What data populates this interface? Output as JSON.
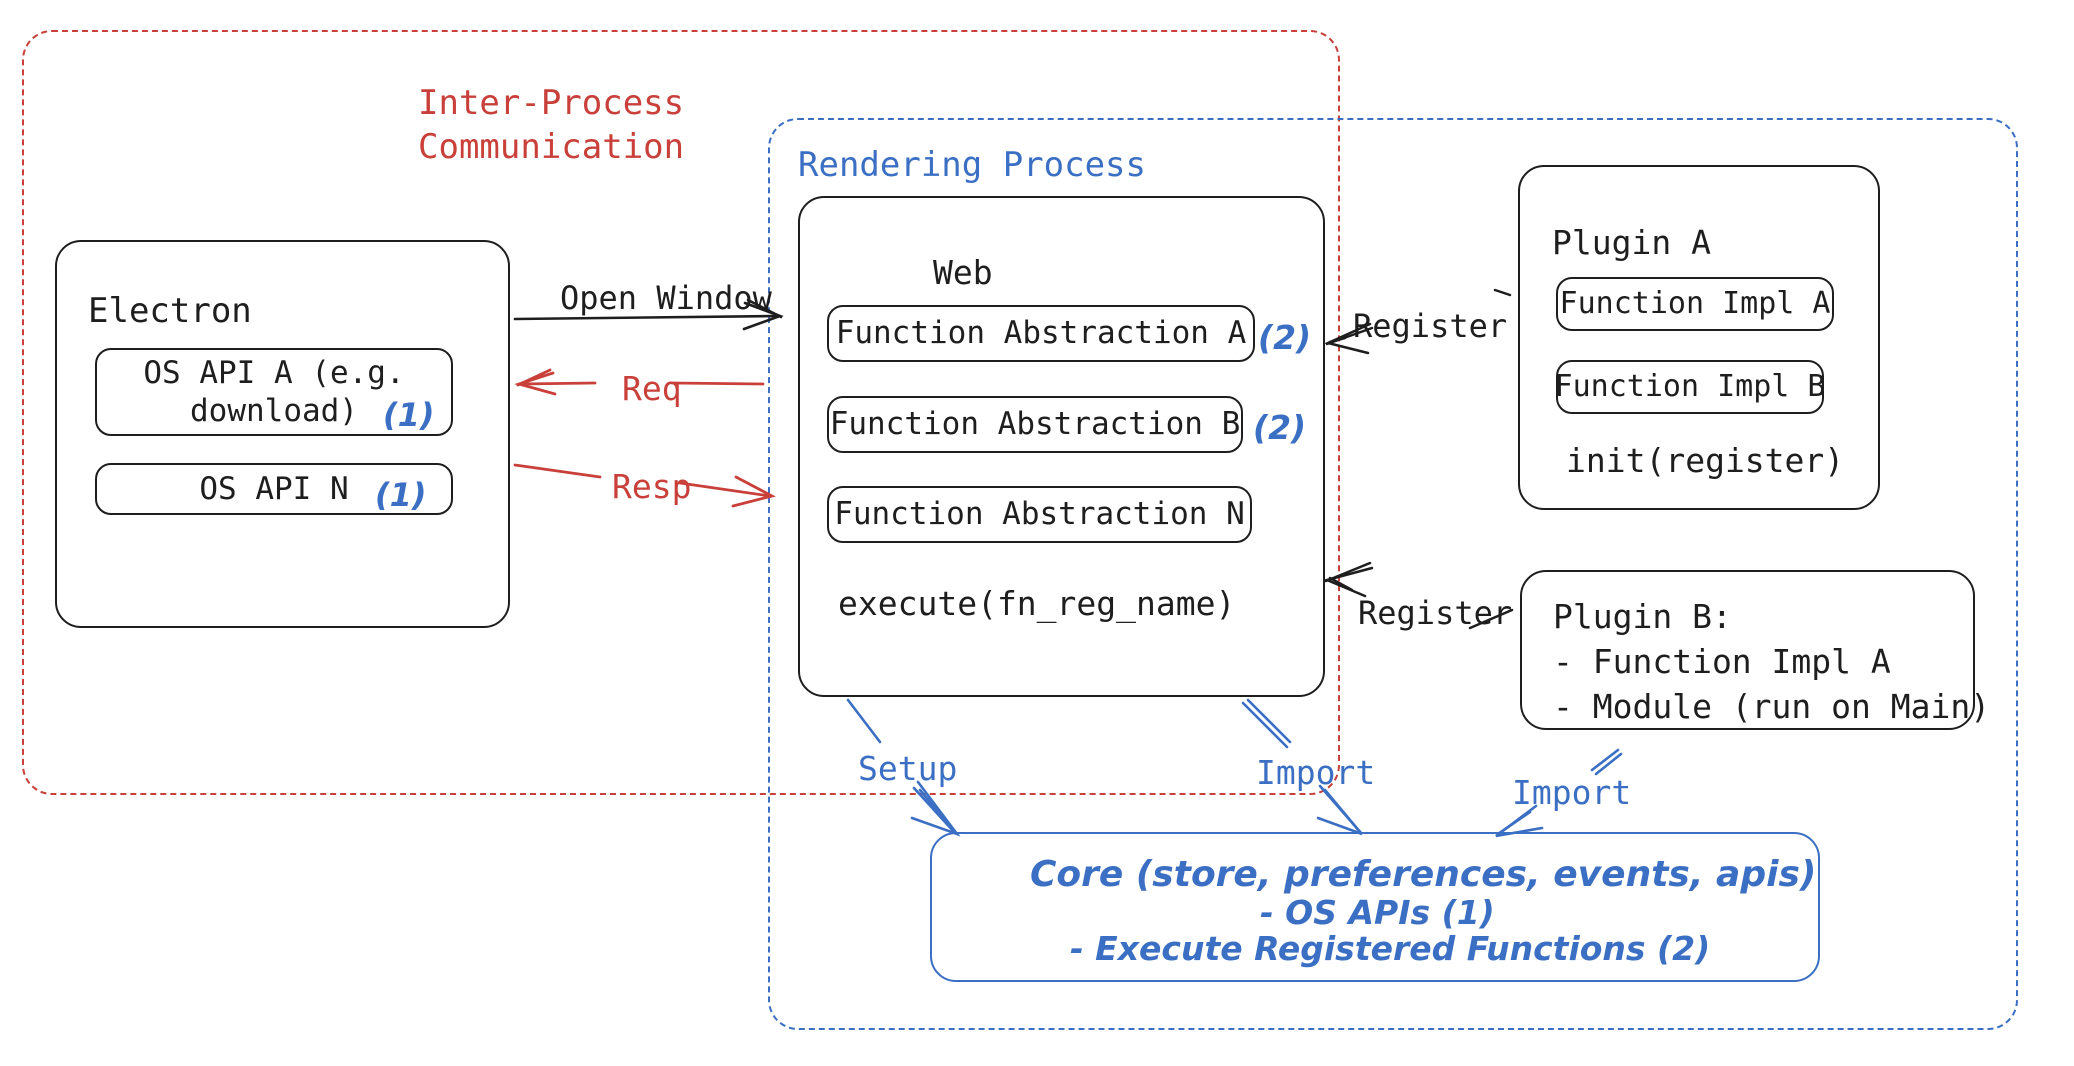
{
  "diagram": {
    "title": "Electron plugin architecture",
    "colors": {
      "ink": "#1e1e1e",
      "red": "#c9403a",
      "blue": "#3b6fc4",
      "background": "#ffffff"
    }
  },
  "containers": {
    "ipc": {
      "label": "Inter-Process\nCommunication",
      "color": "#c9403a",
      "style": "dashed"
    },
    "rendering_process": {
      "label": "Rendering Process",
      "color": "#3b6fc4",
      "style": "dashed"
    }
  },
  "electron": {
    "title": "Electron",
    "apis": [
      {
        "label": "OS API A (e.g.\ndownload)",
        "tag": "(1)"
      },
      {
        "label": "OS API N",
        "tag": "(1)"
      }
    ]
  },
  "web": {
    "title": "Web",
    "abstractions": [
      {
        "label": "Function Abstraction A",
        "tag": "(2)"
      },
      {
        "label": "Function Abstraction B",
        "tag": "(2)"
      },
      {
        "label": "Function Abstraction N",
        "tag": ""
      }
    ],
    "footer": "execute(fn_reg_name)"
  },
  "plugin_a": {
    "title": "Plugin A",
    "items": [
      "Function Impl A",
      "Function Impl B"
    ],
    "footer": "init(register)"
  },
  "plugin_b": {
    "lines": [
      "Plugin B:",
      "- Function Impl A",
      "- Module (run on Main)"
    ]
  },
  "core": {
    "lines": [
      "Core (store, preferences, events, apis)",
      "- OS APIs (1)",
      "- Execute Registered Functions (2)"
    ]
  },
  "arrows": {
    "open_window": {
      "label": "Open Window",
      "color": "#1e1e1e"
    },
    "req": {
      "label": "Req",
      "color": "#c9403a"
    },
    "resp": {
      "label": "Resp",
      "color": "#c9403a"
    },
    "register_a": {
      "label": "Register",
      "color": "#1e1e1e"
    },
    "register_b": {
      "label": "Register",
      "color": "#1e1e1e"
    },
    "setup": {
      "label": "Setup",
      "color": "#3b6fc4"
    },
    "import_web": {
      "label": "Import",
      "color": "#3b6fc4"
    },
    "import_plugin_b": {
      "label": "Import",
      "color": "#3b6fc4"
    }
  }
}
